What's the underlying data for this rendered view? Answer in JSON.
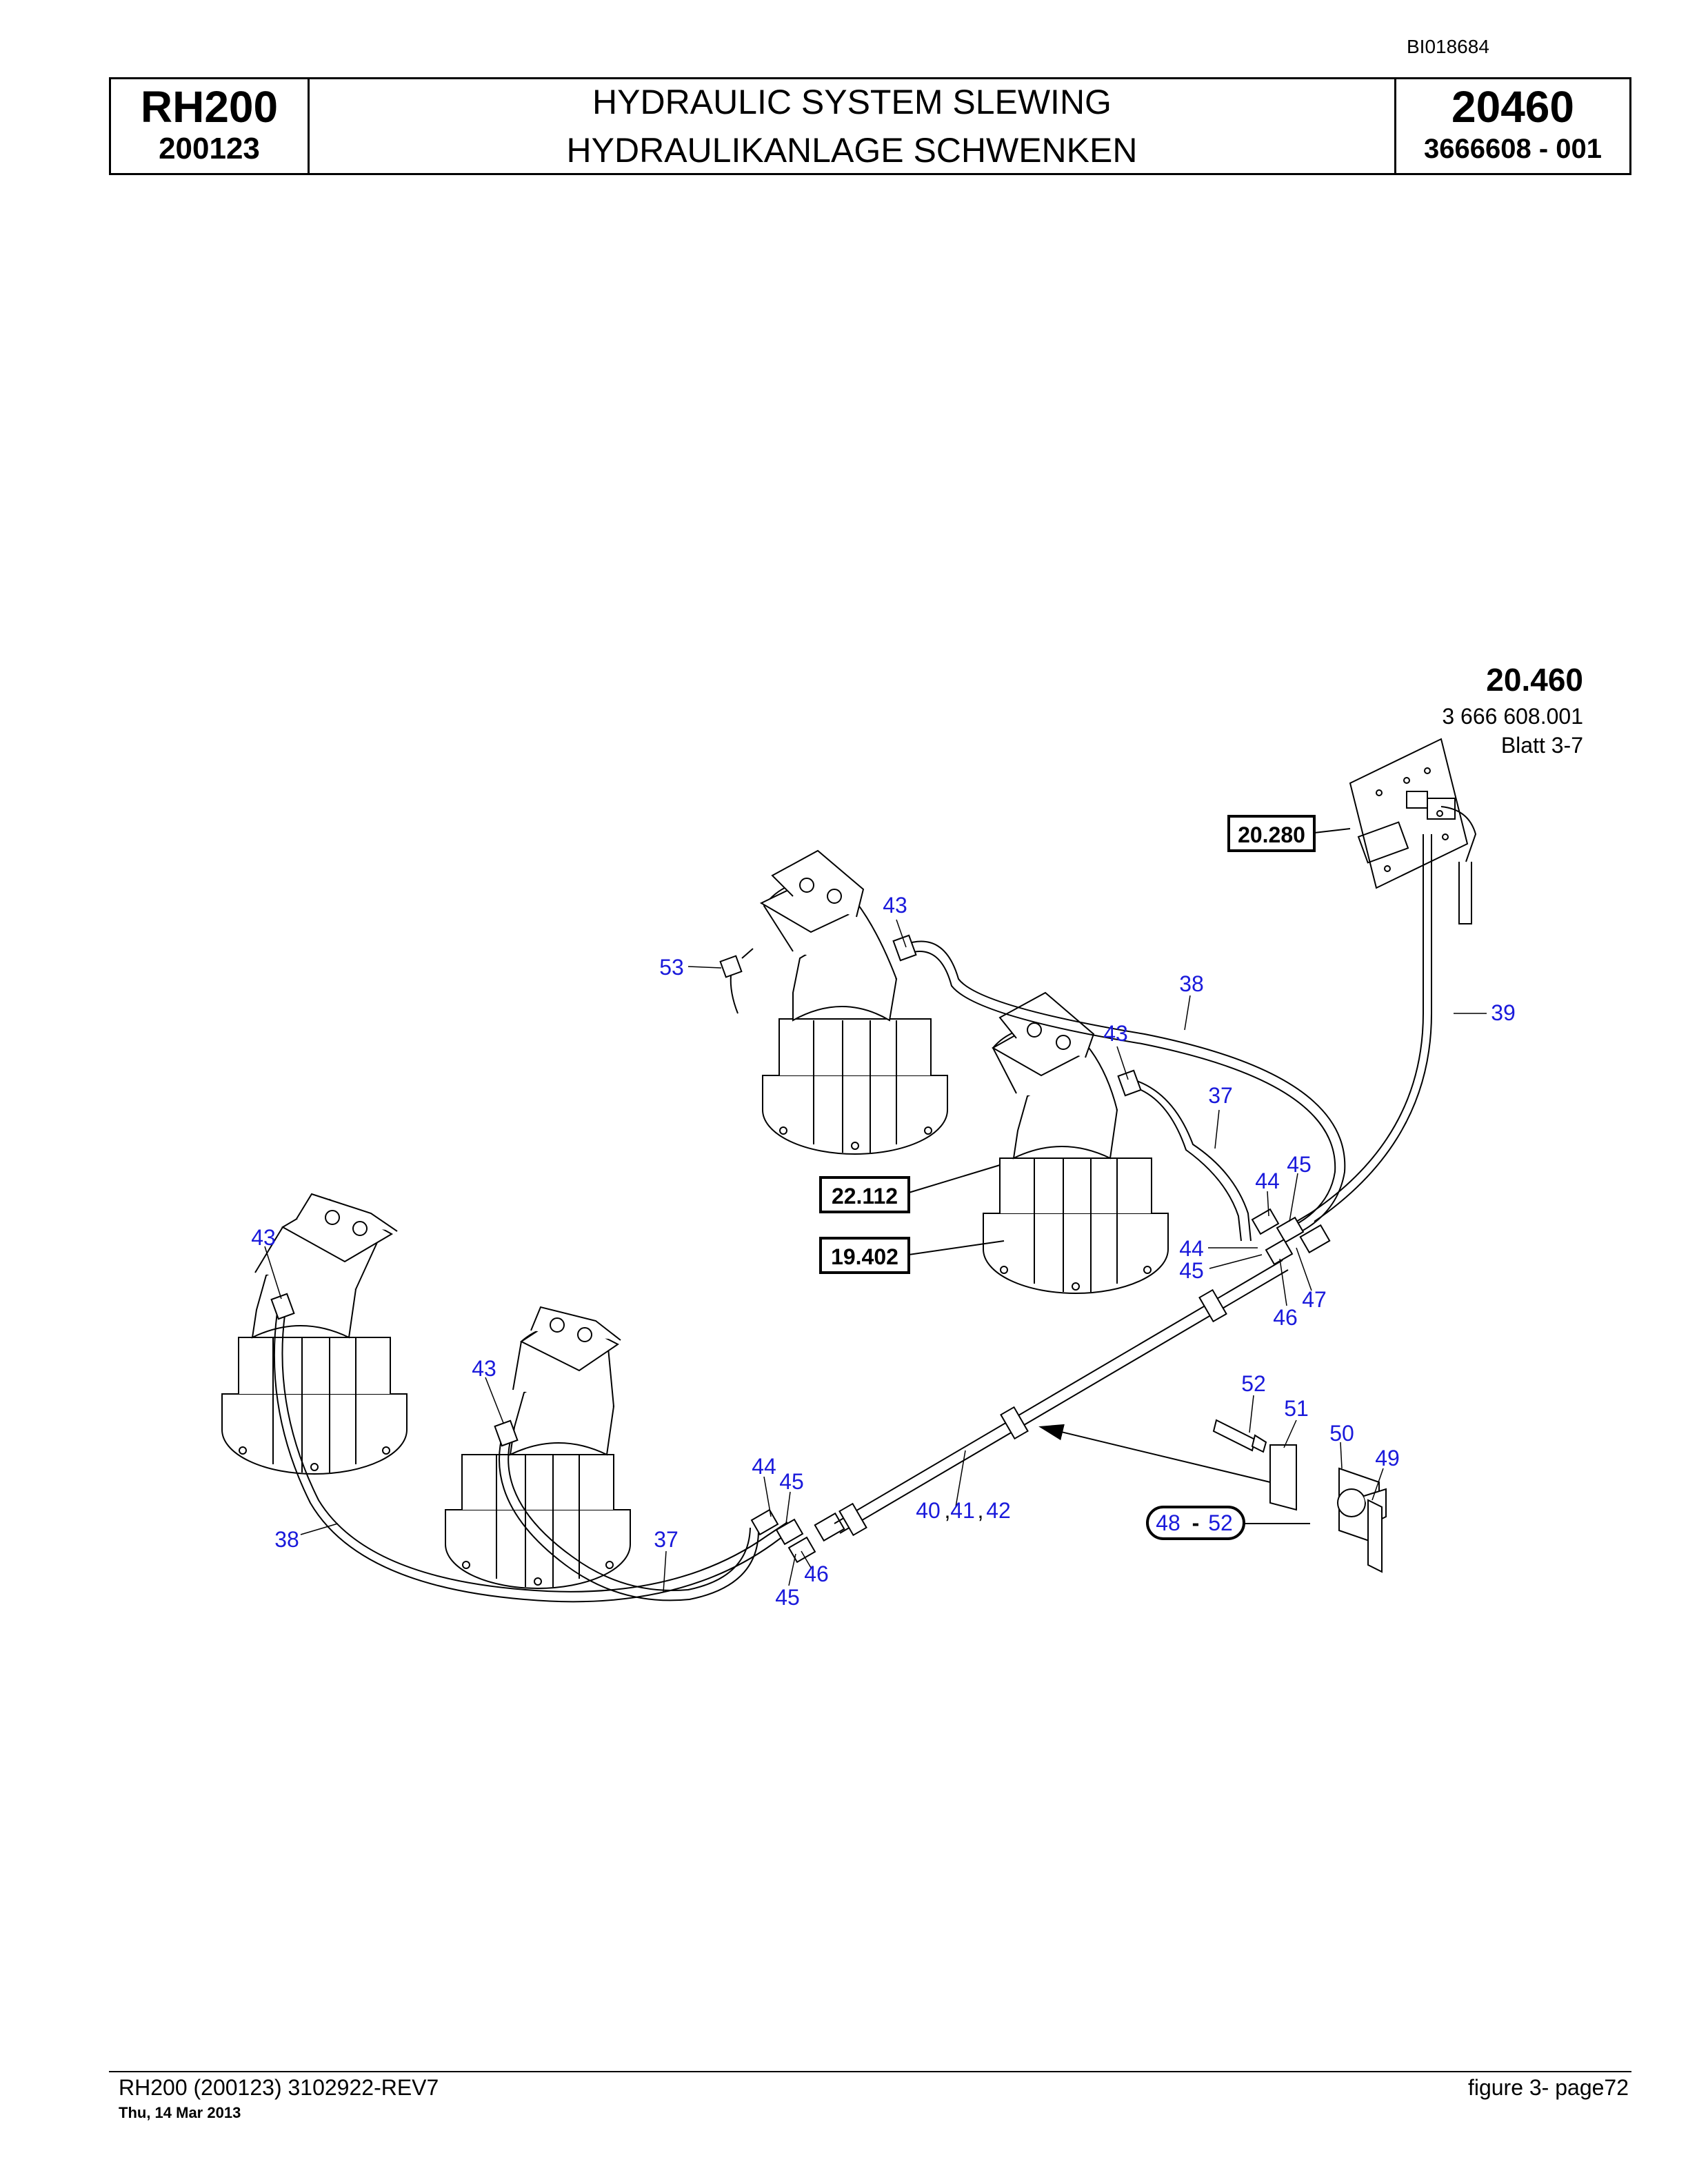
{
  "header": {
    "doc_id": "BI018684",
    "model": "RH200",
    "serial": "200123",
    "title_en": "HYDRAULIC SYSTEM SLEWING",
    "title_de": "HYDRAULIKANLAGE SCHWENKEN",
    "figure_number": "20460",
    "part_number": "3666608  - 001"
  },
  "reference": {
    "number": "20.460",
    "drawing_number": "3 666 608.001",
    "sheet": "Blatt 3-7"
  },
  "boxed_refs": {
    "r20280": "20.280",
    "r22112": "22.112",
    "r19402": "19.402",
    "kit_from": "48",
    "kit_dash": "-",
    "kit_to": "52"
  },
  "callouts": {
    "c53": "53",
    "c43a": "43",
    "c38a": "38",
    "c43b": "43",
    "c37a": "37",
    "c39": "39",
    "c45a": "45",
    "c44a": "44",
    "c44b": "44",
    "c45b": "45",
    "c47": "47",
    "c46a": "46",
    "c43c": "43",
    "c43d": "43",
    "c52": "52",
    "c51": "51",
    "c50": "50",
    "c49": "49",
    "c44c": "44",
    "c45c": "45",
    "c40": "40",
    "comma1": ",",
    "c41": "41",
    "comma2": ",",
    "c42": "42",
    "c38b": "38",
    "c37b": "37",
    "c46b": "46",
    "c45d": "45"
  },
  "footer": {
    "doc_ref": "RH200 (200123) 3102922-REV7",
    "date": "Thu, 14 Mar 2013",
    "page": "figure  3- page72"
  },
  "colors": {
    "callout": "#1a1adb",
    "line": "#000000"
  }
}
